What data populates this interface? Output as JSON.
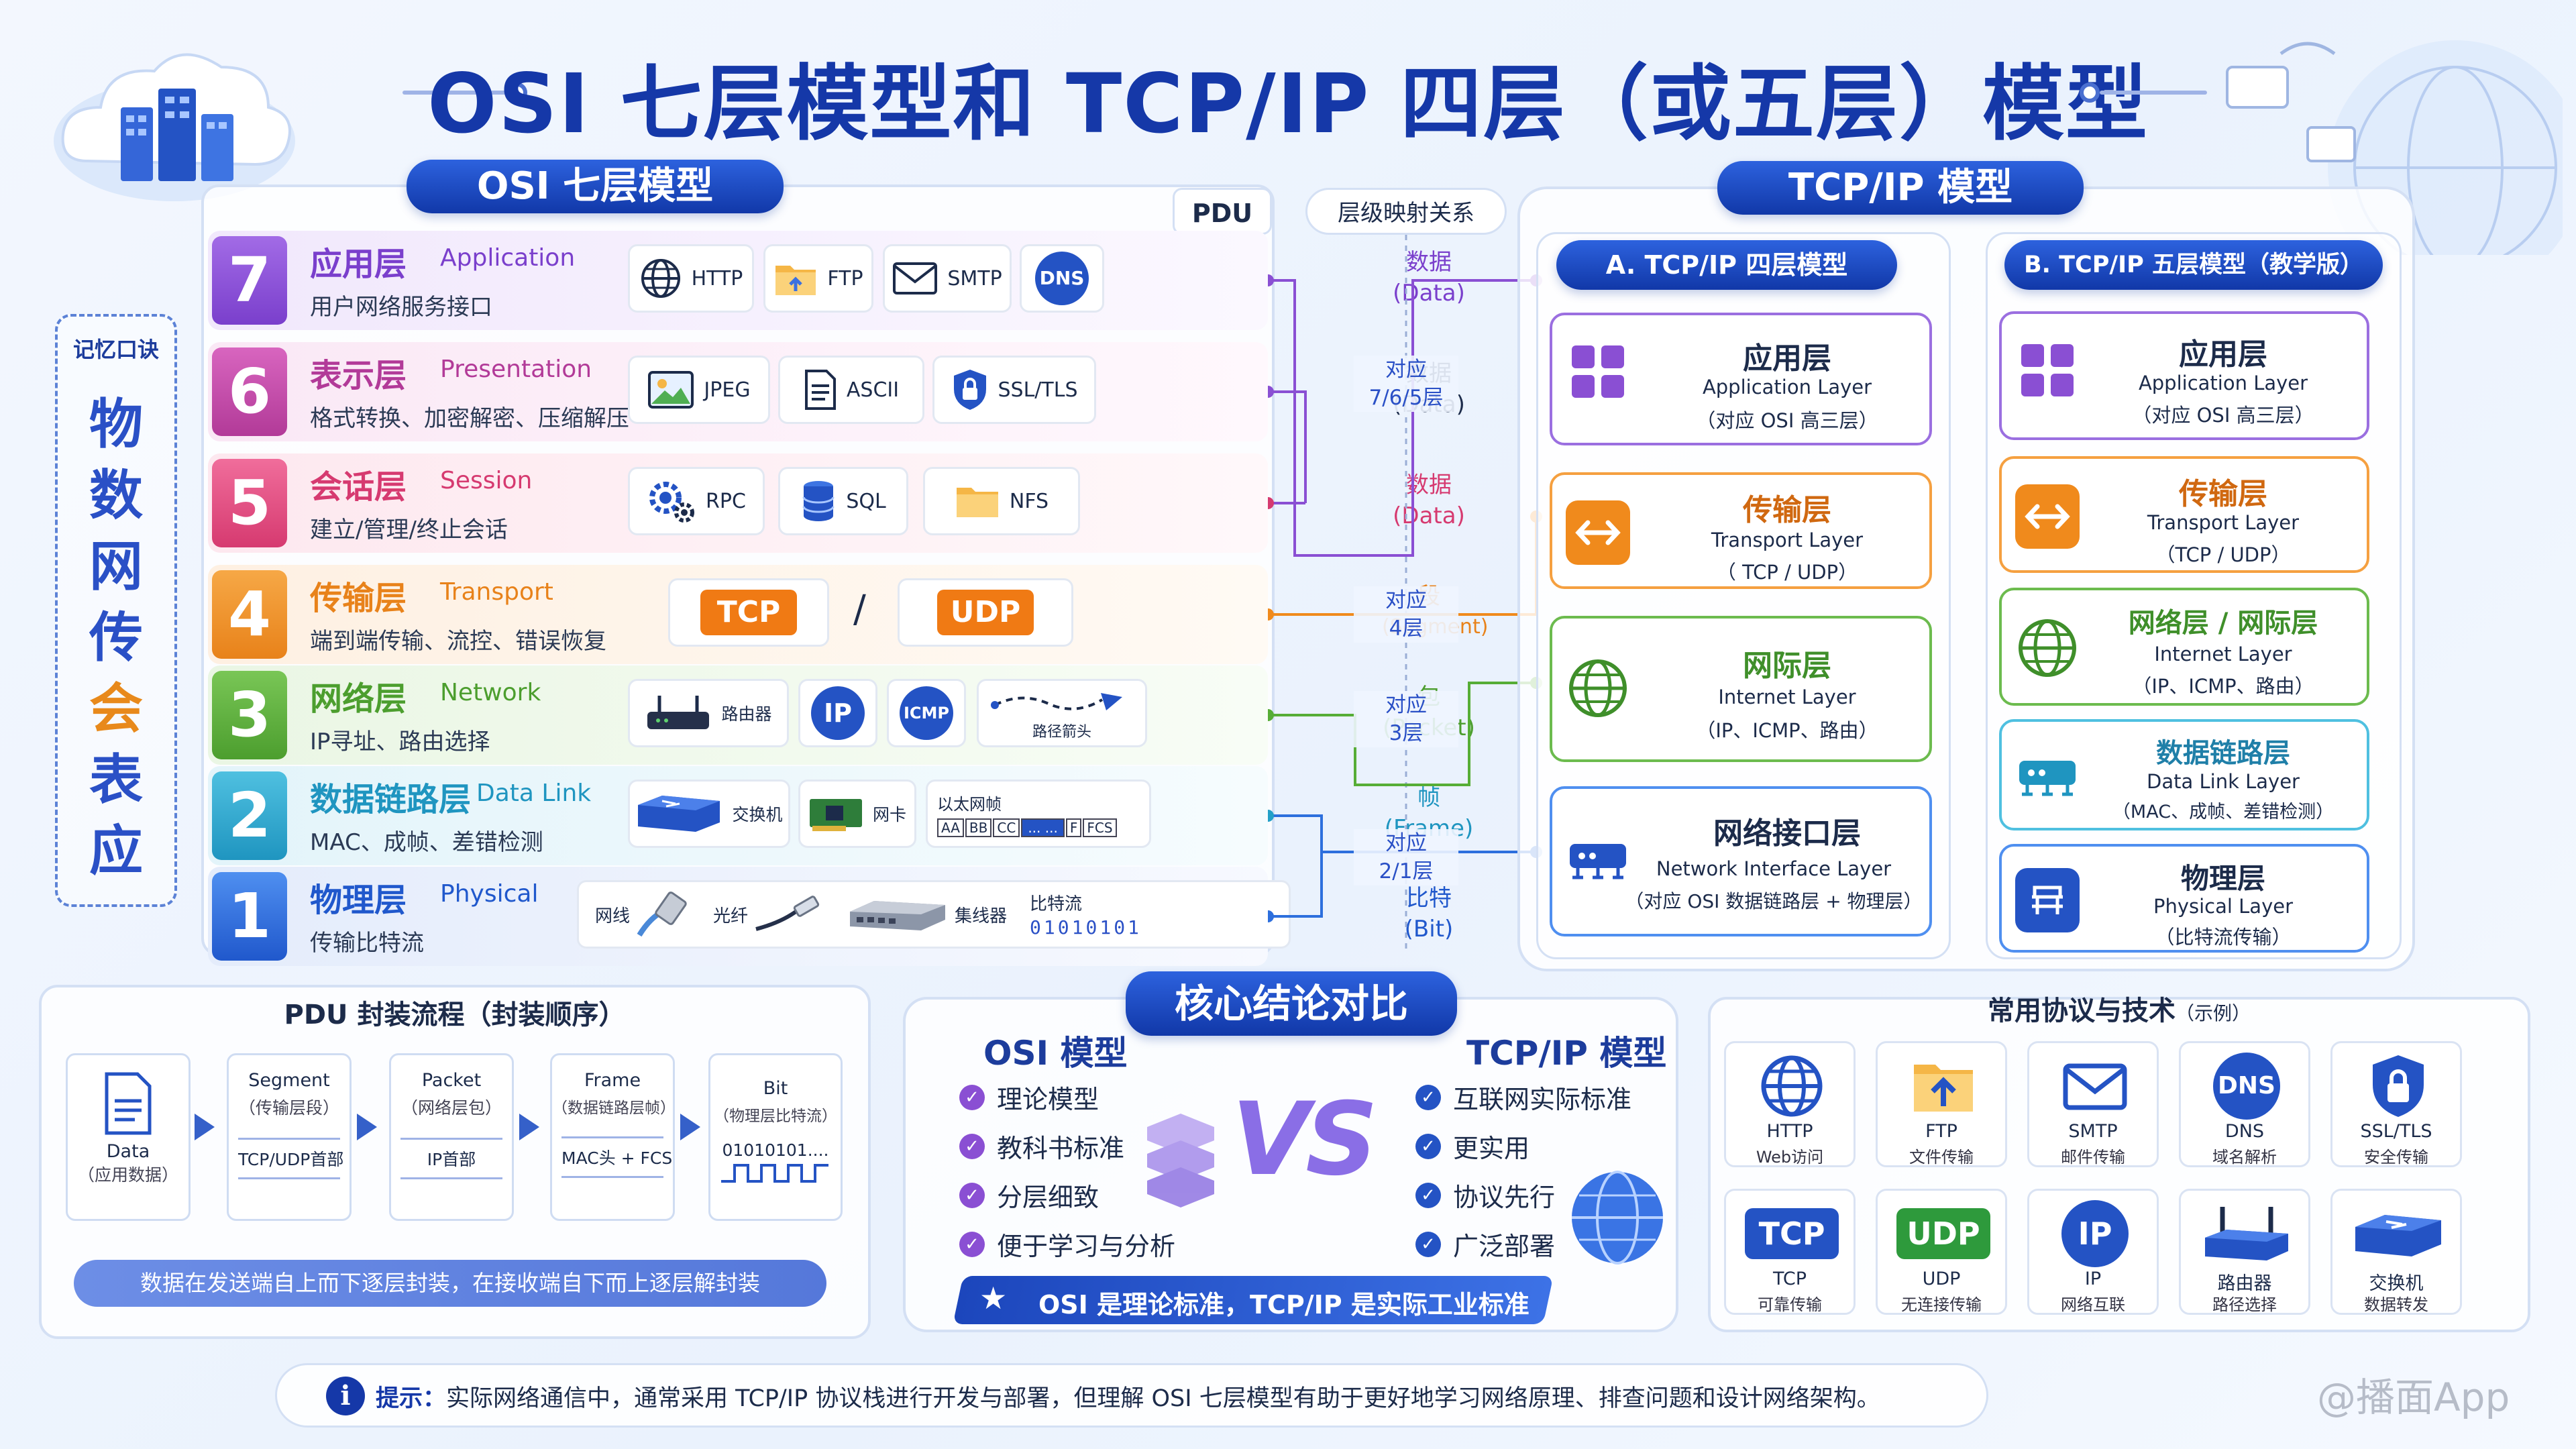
{
  "title": "OSI 七层模型和 TCP/IP 四层（或五层）模型",
  "osi_header": "OSI 七层模型",
  "pdu_header": "PDU",
  "mapping_header": "层级映射关系",
  "tcpip_header": "TCP/IP 模型",
  "mnemonic": {
    "label": "记忆口诀",
    "chars": [
      "物",
      "数",
      "网",
      "传",
      "会",
      "表",
      "应"
    ]
  },
  "colors": {
    "l7": "#8a4fd3",
    "l6": "#c043a8",
    "l5": "#e0467f",
    "l4": "#f08a1c",
    "l3": "#56ad36",
    "l2": "#23a0c8",
    "l1": "#2d6fdd",
    "brand": "#1538a8"
  },
  "layers": [
    {
      "num": "7",
      "cn": "应用层",
      "en": "Application",
      "desc": "用户网络服务接口",
      "examples": [
        "HTTP",
        "FTP",
        "SMTP",
        "DNS"
      ],
      "pdu": [
        "数据",
        "(Data)"
      ]
    },
    {
      "num": "6",
      "cn": "表示层",
      "en": "Presentation",
      "desc": "格式转换、加密解密、压缩解压",
      "examples": [
        "JPEG",
        "ASCII",
        "SSL/TLS"
      ],
      "pdu": [
        "数据",
        "(Data)"
      ]
    },
    {
      "num": "5",
      "cn": "会话层",
      "en": "Session",
      "desc": "建立/管理/终止会话",
      "examples": [
        "RPC",
        "SQL",
        "NFS"
      ],
      "pdu": [
        "数据",
        "(Data)"
      ]
    },
    {
      "num": "4",
      "cn": "传输层",
      "en": "Transport",
      "desc": "端到端传输、流控、错误恢复",
      "examples": [
        "TCP",
        "/",
        "UDP"
      ],
      "pdu": [
        "段",
        "(Segment)"
      ]
    },
    {
      "num": "3",
      "cn": "网络层",
      "en": "Network",
      "desc": "IP寻址、路由选择",
      "examples": [
        "路由器",
        "IP",
        "ICMP",
        "路径箭头"
      ],
      "pdu": [
        "包",
        "(Packet)"
      ]
    },
    {
      "num": "2",
      "cn": "数据链路层",
      "en": "Data Link",
      "desc": "MAC、成帧、差错检测",
      "examples": [
        "交换机",
        "网卡",
        "以太网帧"
      ],
      "frame_cells": [
        "AA",
        "BB",
        "CC",
        "... ...",
        "F",
        "FCS"
      ],
      "pdu": [
        "帧",
        "(Frame)"
      ]
    },
    {
      "num": "1",
      "cn": "物理层",
      "en": "Physical",
      "desc": "传输比特流",
      "examples": [
        "网线",
        "光纤",
        "集线器",
        "比特流"
      ],
      "bits": "01010101",
      "pdu": [
        "比特",
        "(Bit)"
      ]
    }
  ],
  "mapping": [
    {
      "top": "对应",
      "bottom": "7/6/5层"
    },
    {
      "top": "对应",
      "bottom": "4层"
    },
    {
      "top": "对应",
      "bottom": "3层"
    },
    {
      "top": "对应",
      "bottom": "2/1层"
    }
  ],
  "tcp4": {
    "header": "A. TCP/IP 四层模型",
    "cards": [
      {
        "title": "应用层",
        "sub": "Application Layer",
        "note": "（对应 OSI 高三层）"
      },
      {
        "title": "传输层",
        "sub": "Transport Layer",
        "note": "（ TCP / UDP）"
      },
      {
        "title": "网际层",
        "sub": "Internet Layer",
        "note": "（IP、ICMP、路由）"
      },
      {
        "title": "网络接口层",
        "sub": "Network Interface Layer",
        "note": "（对应 OSI 数据链路层 + 物理层）"
      }
    ]
  },
  "tcp5": {
    "header": "B. TCP/IP 五层模型（教学版）",
    "cards": [
      {
        "title": "应用层",
        "sub": "Application Layer",
        "note": "（对应 OSI 高三层）"
      },
      {
        "title": "传输层",
        "sub": "Transport Layer",
        "note": "（TCP / UDP）"
      },
      {
        "title": "网络层 / 网际层",
        "sub": "Internet Layer",
        "note": "（IP、ICMP、路由）"
      },
      {
        "title": "数据链路层",
        "sub": "Data Link Layer",
        "note": "（MAC、成帧、差错检测）"
      },
      {
        "title": "物理层",
        "sub": "Physical Layer",
        "note": "（比特流传输）"
      }
    ]
  },
  "encap": {
    "title": "PDU 封装流程（封装顺序）",
    "steps": [
      {
        "a": "Data",
        "b": "（应用数据）"
      },
      {
        "a": "Segment",
        "b": "（传输层段）",
        "c": "TCP/UDP首部"
      },
      {
        "a": "Packet",
        "b": "（网络层包）",
        "c": "IP首部"
      },
      {
        "a": "Frame",
        "b": "（数据链路层帧）",
        "c": "MAC头 + FCS"
      },
      {
        "a": "Bit",
        "b": "（物理层比特流）",
        "c": "01010101...."
      }
    ],
    "note": "数据在发送端自上而下逐层封装，在接收端自下而上逐层解封装"
  },
  "compare": {
    "title": "核心结论对比",
    "left_title": "OSI 模型",
    "left": [
      "理论模型",
      "教科书标准",
      "分层细致",
      "便于学习与分析"
    ],
    "vs": "VS",
    "right_title": "TCP/IP 模型",
    "right": [
      "互联网实际标准",
      "更实用",
      "协议先行",
      "广泛部署"
    ],
    "banner": "OSI 是理论标准，TCP/IP 是实际工业标准"
  },
  "protocols": {
    "title": "常用协议与技术",
    "title_small": "（示例）",
    "items": [
      {
        "name": "HTTP",
        "desc": "Web访问",
        "icon": "globe-icon"
      },
      {
        "name": "FTP",
        "desc": "文件传输",
        "icon": "folder-upload-icon"
      },
      {
        "name": "SMTP",
        "desc": "邮件传输",
        "icon": "envelope-icon"
      },
      {
        "name": "DNS",
        "desc": "域名解析",
        "icon": "dns-badge-icon"
      },
      {
        "name": "SSL/TLS",
        "desc": "安全传输",
        "icon": "shield-lock-icon"
      },
      {
        "name": "TCP",
        "desc": "可靠传输",
        "icon": "tcp-badge-icon"
      },
      {
        "name": "UDP",
        "desc": "无连接传输",
        "icon": "udp-badge-icon"
      },
      {
        "name": "IP",
        "desc": "网络互联",
        "icon": "ip-badge-icon"
      },
      {
        "name": "路由器",
        "desc": "路径选择",
        "icon": "router-icon"
      },
      {
        "name": "交换机",
        "desc": "数据转发",
        "icon": "switch-icon"
      }
    ]
  },
  "tip": {
    "label": "提示：",
    "text": "实际网络通信中，通常采用  TCP/IP  协议栈进行开发与部署，但理解  OSI  七层模型有助于更好地学习网络原理、排查问题和设计网络架构。"
  },
  "watermark": "@播面App"
}
